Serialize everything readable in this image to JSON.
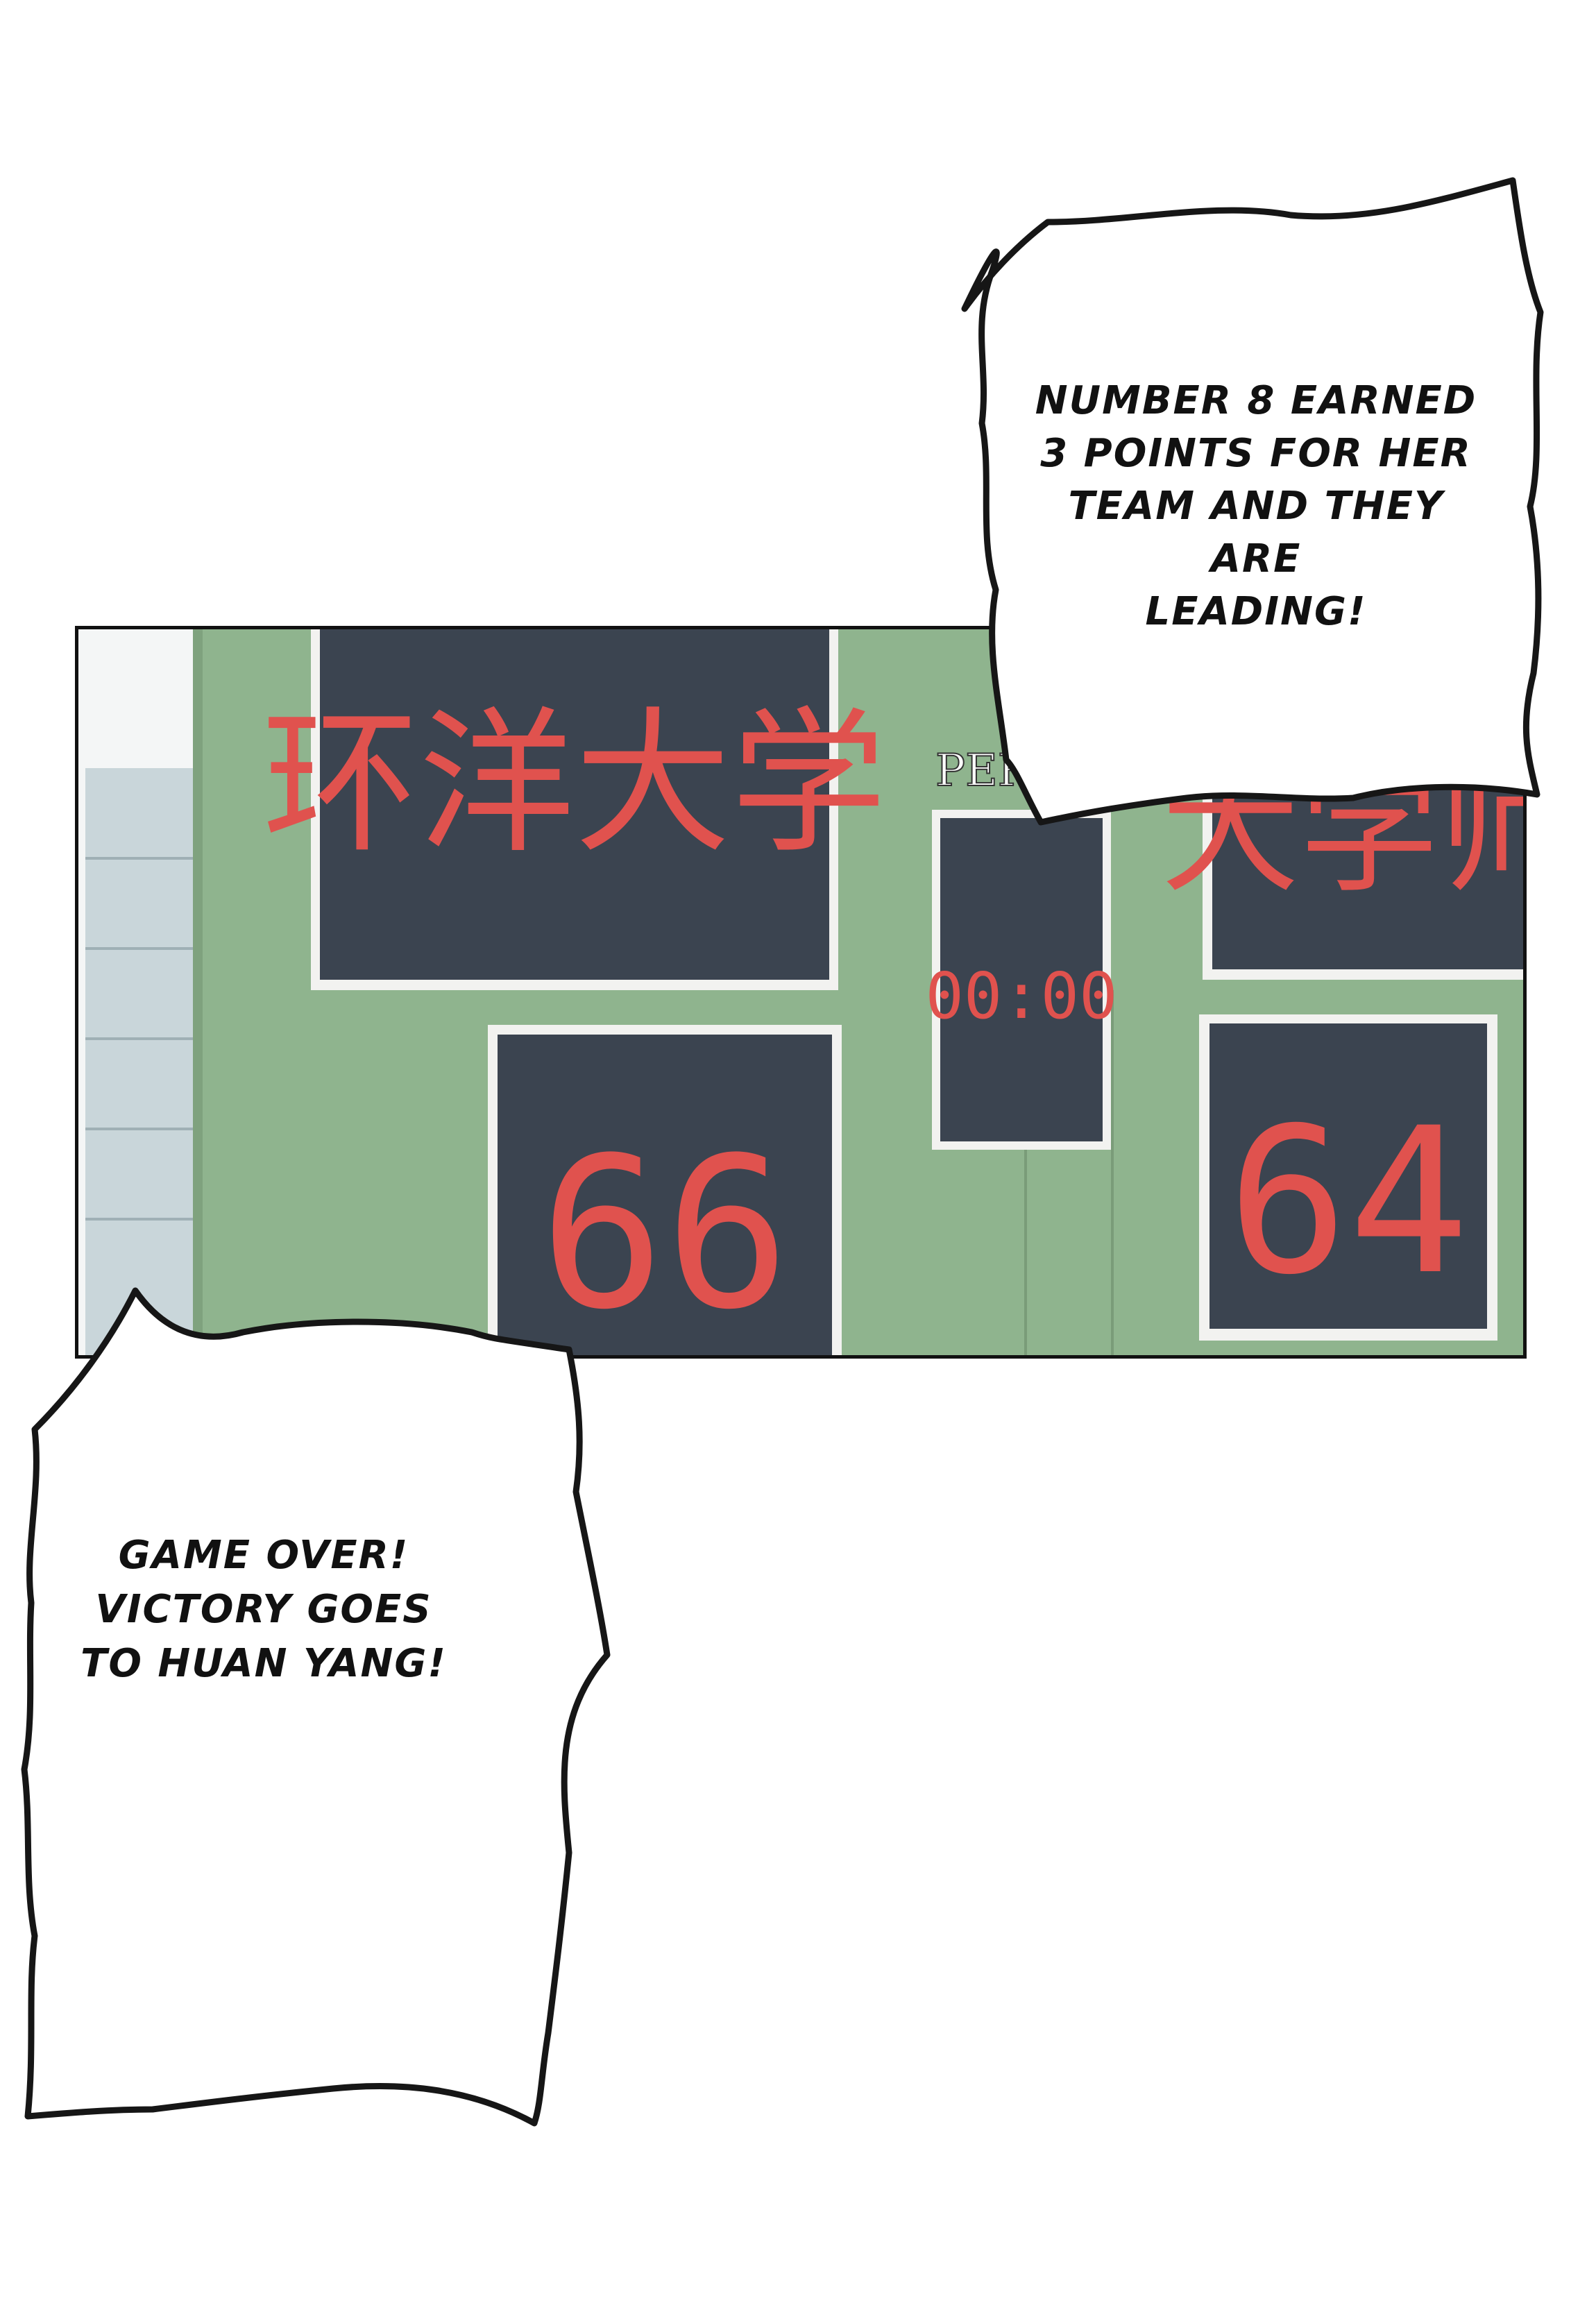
{
  "scoreboard": {
    "home_team_name": "环洋大学",
    "away_team_name_partial": "大学师",
    "period_label_partial": "PER",
    "clock": "00:00",
    "home_score": "66",
    "away_score": "64",
    "digit_color": "#e0524e",
    "board_color": "#8fb48e",
    "screen_color": "#3b4450"
  },
  "bubbles": {
    "announcer_top": {
      "lines": [
        "NUMBER 8 EARNED",
        "3 POINTS FOR HER",
        "TEAM AND THEY ARE",
        "LEADING!"
      ]
    },
    "announcer_bottom": {
      "lines": [
        "GAME OVER!",
        "VICTORY GOES",
        "TO HUAN YANG!"
      ]
    }
  }
}
